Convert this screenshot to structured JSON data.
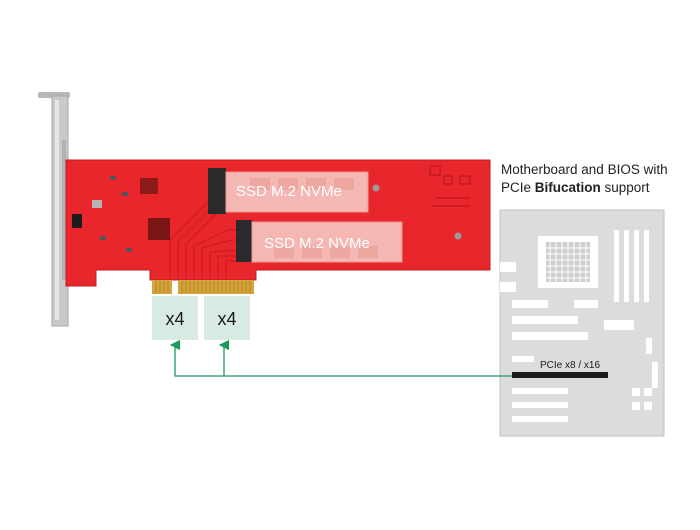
{
  "caption": {
    "line1": "Motherboard and BIOS with",
    "line2_prefix": "PCIe ",
    "line2_bold": "Bifucation",
    "line2_suffix": " support"
  },
  "ssd_slots": [
    {
      "label": "SSD M.2 NVMe"
    },
    {
      "label": "SSD M.2 NVMe"
    }
  ],
  "lanes": [
    {
      "label": "x4"
    },
    {
      "label": "x4"
    }
  ],
  "motherboard": {
    "slot_label": "PCIe x8 / x16"
  },
  "colors": {
    "pcb_red": "#e8262b",
    "ssd_pink": "#f4b7b3",
    "bracket_gray": "#c9c9c9",
    "gold_contacts": "#d4a43a",
    "lane_box": "#d7ebe2",
    "arrow_green": "#1d9a5a",
    "motherboard_gray": "#dcdcdc"
  }
}
